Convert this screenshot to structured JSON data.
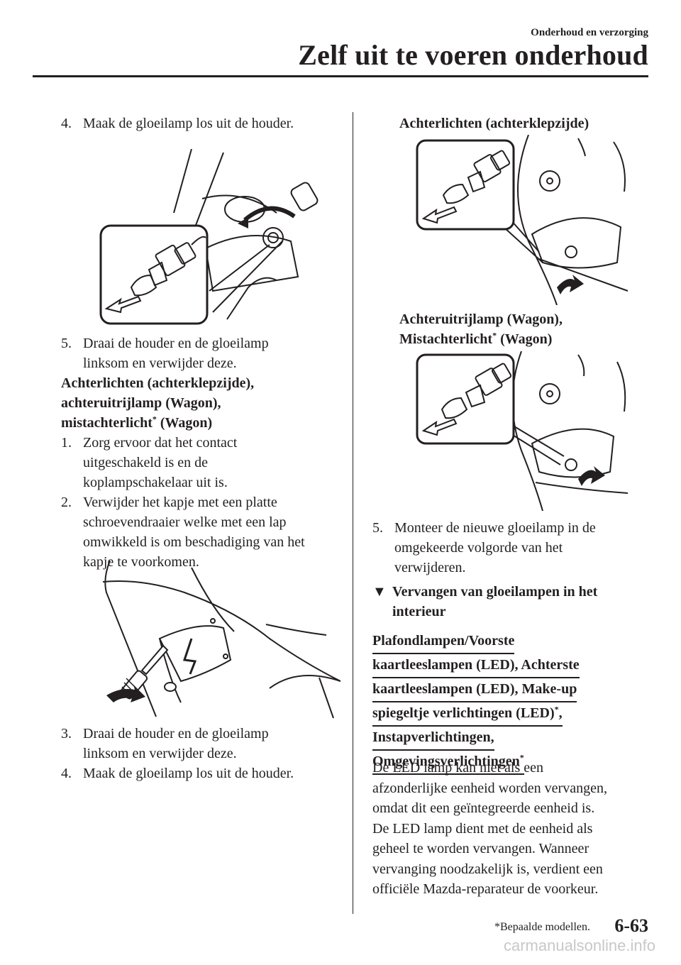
{
  "header": {
    "section": "Onderhoud en verzorging",
    "title": "Zelf uit te voeren onderhoud"
  },
  "left": {
    "step4a": {
      "num": "4.",
      "text": "Maak de gloeilamp los uit de houder."
    },
    "step5a": {
      "num": "5.",
      "line1": "Draai de houder en de gloeilamp",
      "line2": "linksom en verwijder deze."
    },
    "heading": {
      "line1": "Achterlichten (achterklepzijde),",
      "line2": "achteruitrijlamp (Wagon),",
      "line3a": "mistachterlicht",
      "star": "*",
      "line3b": " (Wagon)"
    },
    "step1": {
      "num": "1.",
      "line1": "Zorg ervoor dat het contact",
      "line2": "uitgeschakeld is en de",
      "line3": "koplampschakelaar uit is."
    },
    "step2": {
      "num": "2.",
      "line1": "Verwijder het kapje met een platte",
      "line2": "schroevendraaier welke met een lap",
      "line3": "omwikkeld is om beschadiging van het",
      "line4": "kapje te voorkomen."
    },
    "step3": {
      "num": "3.",
      "line1": "Draai de houder en de gloeilamp",
      "line2": "linksom en verwijder deze."
    },
    "step4b": {
      "num": "4.",
      "text": "Maak de gloeilamp los uit de houder."
    }
  },
  "right": {
    "caption1": "Achterlichten (achterklepzijde)",
    "caption2_line1": "Achteruitrijlamp (Wagon),",
    "caption2_line2a": "Mistachterlicht",
    "caption2_star": "*",
    "caption2_line2b": " (Wagon)",
    "step5": {
      "num": "5.",
      "line1": "Monteer de nieuwe gloeilamp in de",
      "line2": "omgekeerde volgorde van het",
      "line3": "verwijderen."
    },
    "section_marker": "▼",
    "section_line1": "Vervangen van gloeilampen in het",
    "section_line2": "interieur",
    "sub": {
      "l1": "Plafondlampen/Voorste",
      "l2": "kaartleeslampen (LED), Achterste",
      "l3": "kaartleeslampen (LED), Make-up",
      "l4": "spiegeltje verlichtingen (LED)",
      "l4_star": "*",
      "l4_tail": ",",
      "l5": "Instapverlichtingen,",
      "l6": "Omgevingsverlichtingen",
      "l6_star": "*"
    },
    "body": [
      "De LED lamp kan niet als een",
      "afzonderlijke eenheid worden vervangen,",
      "omdat dit een geïntegreerde eenheid is.",
      "De LED lamp dient met de eenheid als",
      "geheel te worden vervangen. Wanneer",
      "vervanging noodzakelijk is, verdient een",
      "officiële Mazda-reparateur de voorkeur."
    ]
  },
  "footer": {
    "footnote": "*Bepaalde modellen.",
    "page": "6-63",
    "watermark": "carmanualsonline.info"
  }
}
